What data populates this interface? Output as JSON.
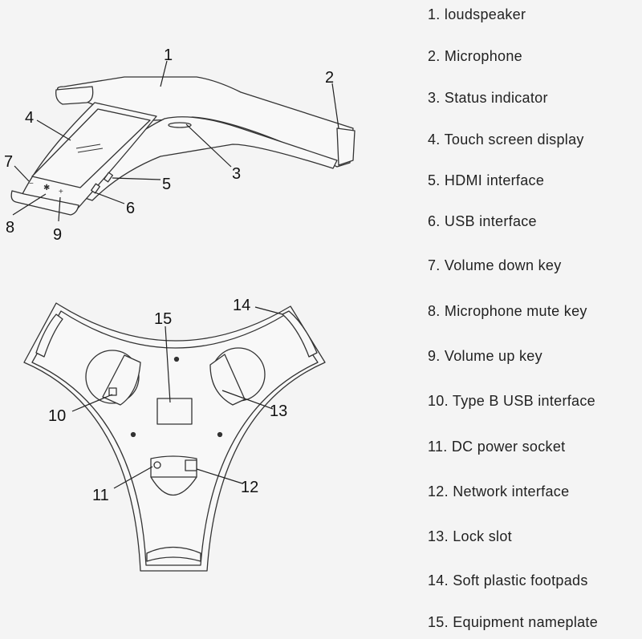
{
  "legend": [
    "1. loudspeaker",
    "2. Microphone",
    "3. Status indicator",
    "4. Touch screen display",
    "5. HDMI interface",
    "6. USB interface",
    "7. Volume down key",
    "8. Microphone mute key",
    "9. Volume up key",
    "10. Type B USB interface",
    "11. DC power socket",
    "12. Network interface",
    "13. Lock slot",
    "14. Soft plastic footpads",
    "15. Equipment nameplate"
  ],
  "callouts": [
    "1",
    "2",
    "3",
    "4",
    "5",
    "6",
    "7",
    "8",
    "9",
    "10",
    "11",
    "12",
    "13",
    "14",
    "15"
  ]
}
